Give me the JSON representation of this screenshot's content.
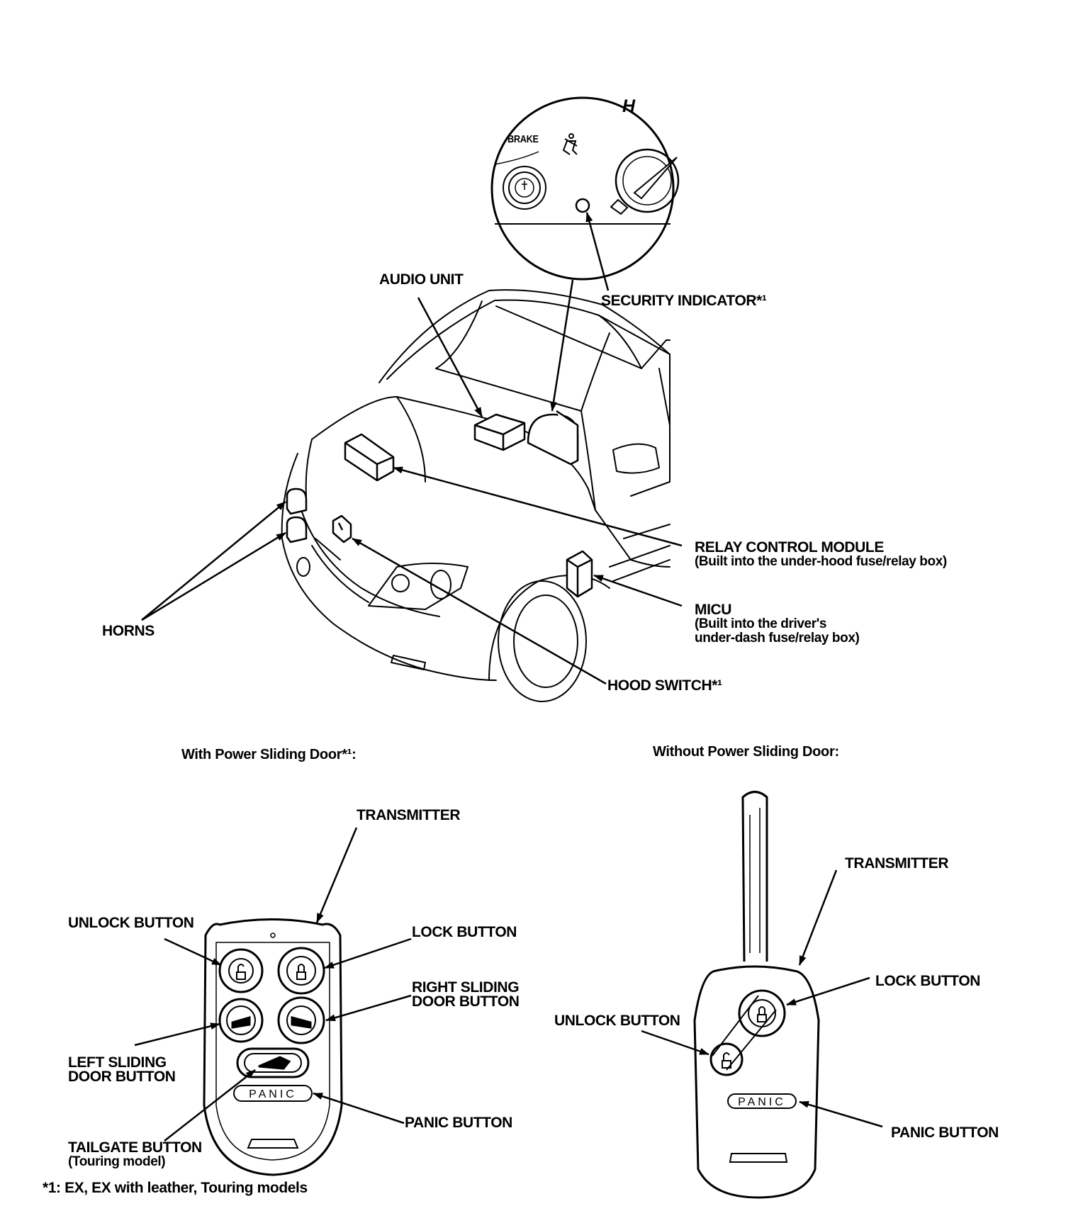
{
  "page": {
    "icon_letter": "H"
  },
  "inset": {
    "brake_label": "BRAKE",
    "icons": [
      "seatbelt-icon",
      "key-cylinder-icon",
      "ignition-switch-icon",
      "security-indicator-led-icon"
    ]
  },
  "labels": {
    "audio_unit": "AUDIO UNIT",
    "security_indicator": "SECURITY INDICATOR*¹",
    "relay_control_module": "RELAY CONTROL MODULE",
    "relay_control_module_note": "(Built into the under-hood fuse/relay box)",
    "micu": "MICU",
    "micu_note1": "(Built into the driver's",
    "micu_note2": "under-dash fuse/relay box)",
    "horns": "HORNS",
    "hood_switch": "HOOD SWITCH*¹"
  },
  "power_door": {
    "heading": "With Power Sliding Door*¹:",
    "transmitter": "TRANSMITTER",
    "unlock_button": "UNLOCK BUTTON",
    "lock_button": "LOCK BUTTON",
    "right_sliding_1": "RIGHT SLIDING",
    "right_sliding_2": "DOOR BUTTON",
    "left_sliding_1": "LEFT SLIDING",
    "left_sliding_2": "DOOR BUTTON",
    "panic_button": "PANIC BUTTON",
    "tailgate_button": "TAILGATE BUTTON",
    "tailgate_note": "(Touring model)",
    "panic_text": "PANIC"
  },
  "no_power_door": {
    "heading": "Without Power Sliding Door:",
    "transmitter": "TRANSMITTER",
    "lock_button": "LOCK BUTTON",
    "unlock_button": "UNLOCK BUTTON",
    "panic_button": "PANIC BUTTON",
    "panic_text": "PANIC"
  },
  "footnote": "*1: EX, EX with leather, Touring models"
}
